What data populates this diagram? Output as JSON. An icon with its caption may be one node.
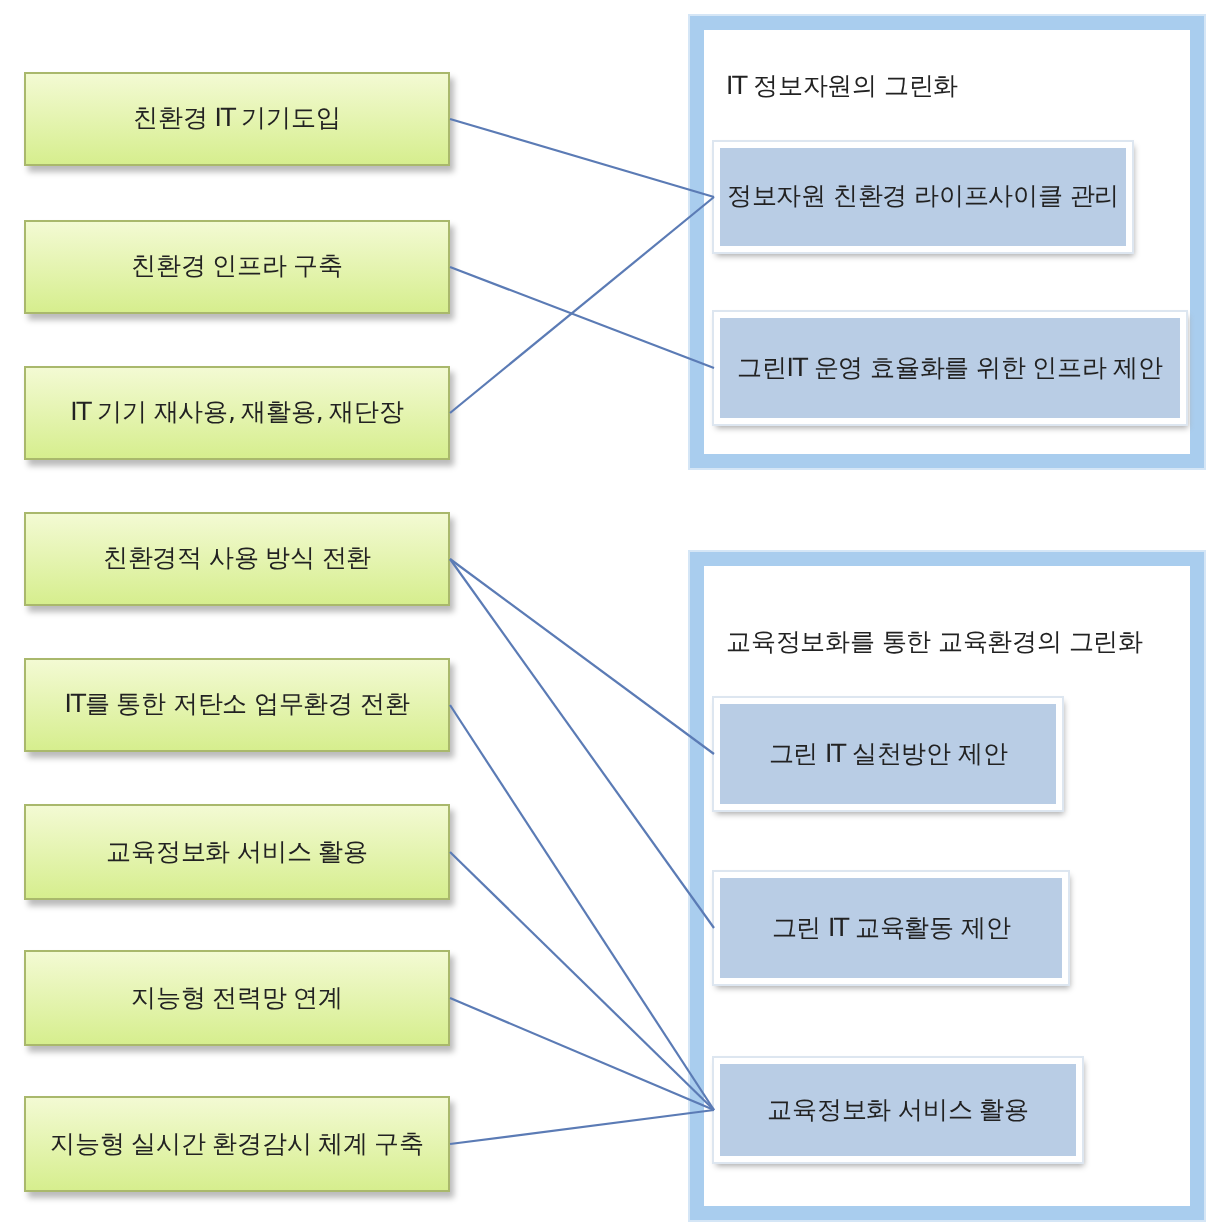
{
  "diagram": {
    "nodes": [
      {
        "text": [
          "친환경 IT 기기도입"
        ]
      },
      {
        "text": [
          "친환경 인프라 구축"
        ]
      },
      {
        "text": [
          "IT 기기 재사용, 재활용, 재단장"
        ]
      },
      {
        "text": [
          "친환경적 사용 방식 전환"
        ]
      },
      {
        "text": [
          "IT를 통한 저탄소 업무환경 전환"
        ]
      },
      {
        "text": [
          "교육정보화 서비스 활용"
        ]
      },
      {
        "text": [
          "지능형 전력망 연계"
        ]
      },
      {
        "text": [
          "지능형 실시간 환경감시 체계 구축"
        ]
      },
      {
        "text": [
          "IT 정보자원의 그린화"
        ]
      },
      {
        "text": [
          "정보자원 친환경 라이프사이클 관리"
        ],
        "in": 8
      },
      {
        "text": [
          "그린IT 운영 효율화를 위한 인프라 제안"
        ],
        "in": 8
      },
      {
        "text": [
          "교육정보화를 통한 교육환경의 그린화"
        ]
      },
      {
        "text": [
          "그린 IT 실천방안 제안"
        ],
        "in": 11
      },
      {
        "text": [
          "그린 IT 교육활동 제안"
        ],
        "in": 11
      },
      {
        "text": [
          "교육정보화 서비스 활용"
        ],
        "in": 11
      }
    ],
    "edges": [
      {
        "from": 0,
        "to": 9,
        "arrow": "none"
      },
      {
        "from": 1,
        "to": 10,
        "arrow": "none"
      },
      {
        "from": 2,
        "to": 9,
        "arrow": "none"
      },
      {
        "from": 3,
        "to": 12,
        "arrow": "none"
      },
      {
        "from": 3,
        "to": 13,
        "arrow": "none"
      },
      {
        "from": 4,
        "to": 14,
        "arrow": "none"
      },
      {
        "from": 5,
        "to": 14,
        "arrow": "none"
      },
      {
        "from": 6,
        "to": 14,
        "arrow": "none"
      },
      {
        "from": 7,
        "to": 14,
        "arrow": "none"
      }
    ]
  }
}
